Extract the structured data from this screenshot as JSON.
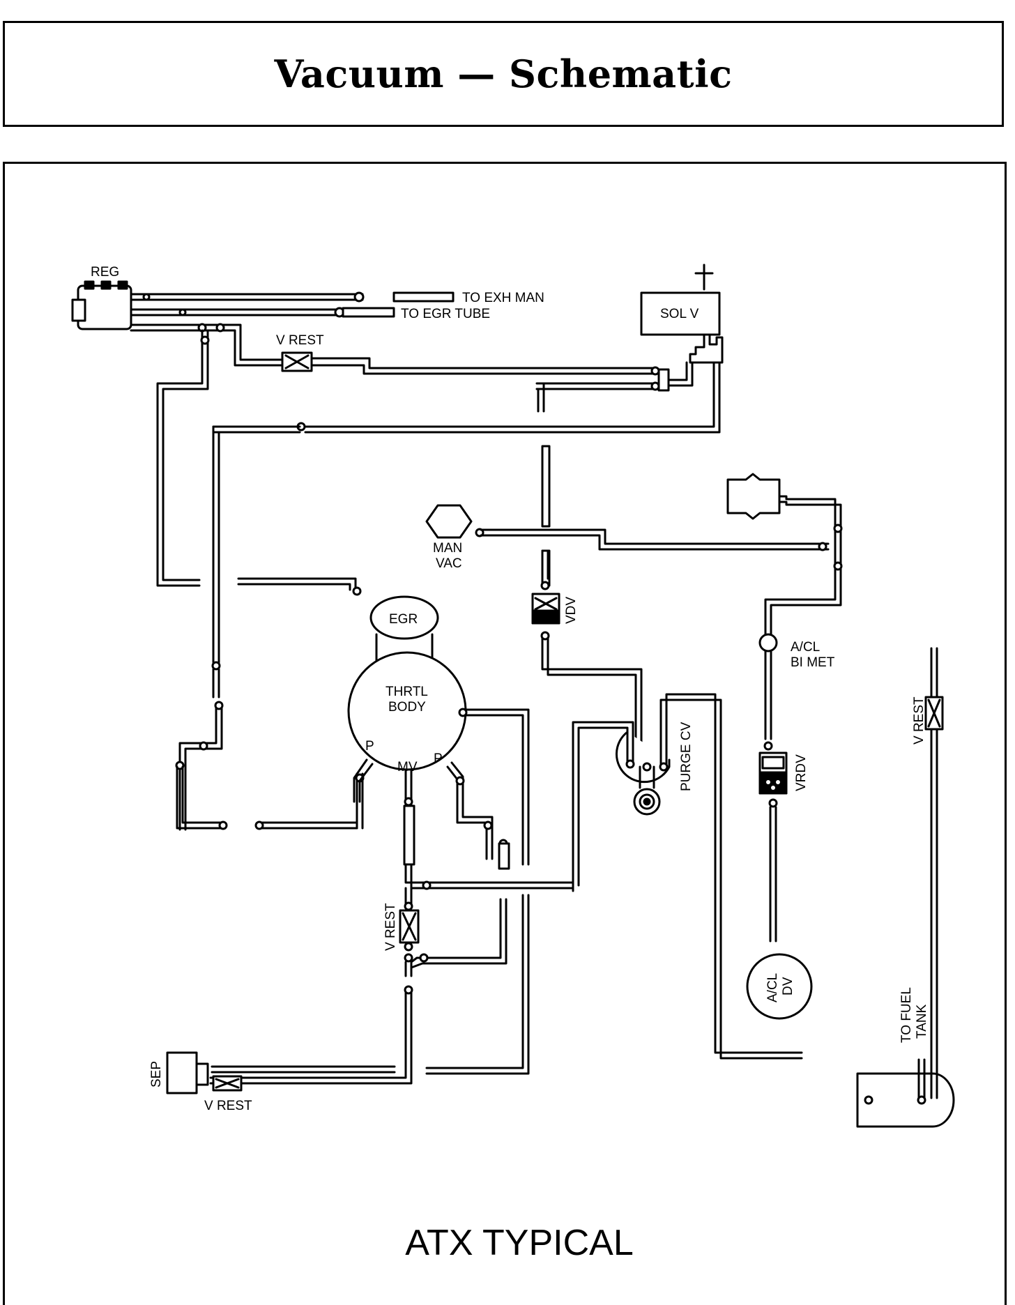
{
  "header": {
    "title": "Vacuum — Schematic"
  },
  "labels": {
    "reg": "REG",
    "to_exh_man": "TO EXH MAN",
    "to_egr_tube": "TO EGR TUBE",
    "v_rest_top": "V REST",
    "sol_v": "SOL V",
    "man_vac_1": "MAN",
    "man_vac_2": "VAC",
    "vdv": "VDV",
    "egr": "EGR",
    "thrtl_body_1": "THRTL",
    "thrtl_body_2": "BODY",
    "port_p_left": "P",
    "port_mv": "MV",
    "port_p_right": "P",
    "purge_cv": "PURGE CV",
    "acl_bimet_1": "A/CL",
    "acl_bimet_2": "BI MET",
    "vrdv": "VRDV",
    "acl_dv_1": "A/CL",
    "acl_dv_2": "DV",
    "v_rest_right": "V REST",
    "to_fuel_tank_1": "TO FUEL",
    "to_fuel_tank_2": "TANK",
    "v_rest_center": "V REST",
    "sep": "SEP",
    "v_rest_bottom": "V REST"
  },
  "footer": {
    "caption": "ATX TYPICAL"
  }
}
